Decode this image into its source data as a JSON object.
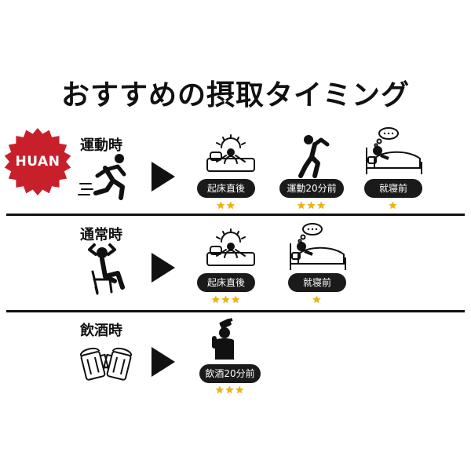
{
  "title": "おすすめの摂取タイミング",
  "brand": {
    "badge_text": "HUAN",
    "badge_color": "#c8202b"
  },
  "colors": {
    "star": "#f0b400",
    "pill": "#1a1a1a",
    "ink": "#111111"
  },
  "sections": [
    {
      "label": "運動時",
      "icon": "running-person-icon",
      "timings": [
        {
          "label": "起床直後",
          "stars": 2,
          "icon": "wake-up-sunrise-icon"
        },
        {
          "label": "運動20分前",
          "stars": 3,
          "icon": "stretching-person-icon"
        },
        {
          "label": "就寝前",
          "stars": 1,
          "icon": "sleeping-in-bed-icon"
        }
      ]
    },
    {
      "label": "通常時",
      "icon": "relaxing-person-chair-icon",
      "timings": [
        {
          "label": "起床直後",
          "stars": 3,
          "icon": "wake-up-sunrise-icon"
        },
        {
          "label": "就寝前",
          "stars": 1,
          "icon": "sleeping-in-bed-icon"
        }
      ]
    },
    {
      "label": "飲酒時",
      "icon": "beer-mugs-cheers-icon",
      "timings": [
        {
          "label": "飲酒20分前",
          "stars": 3,
          "icon": "drinking-bottle-person-icon"
        }
      ]
    }
  ]
}
